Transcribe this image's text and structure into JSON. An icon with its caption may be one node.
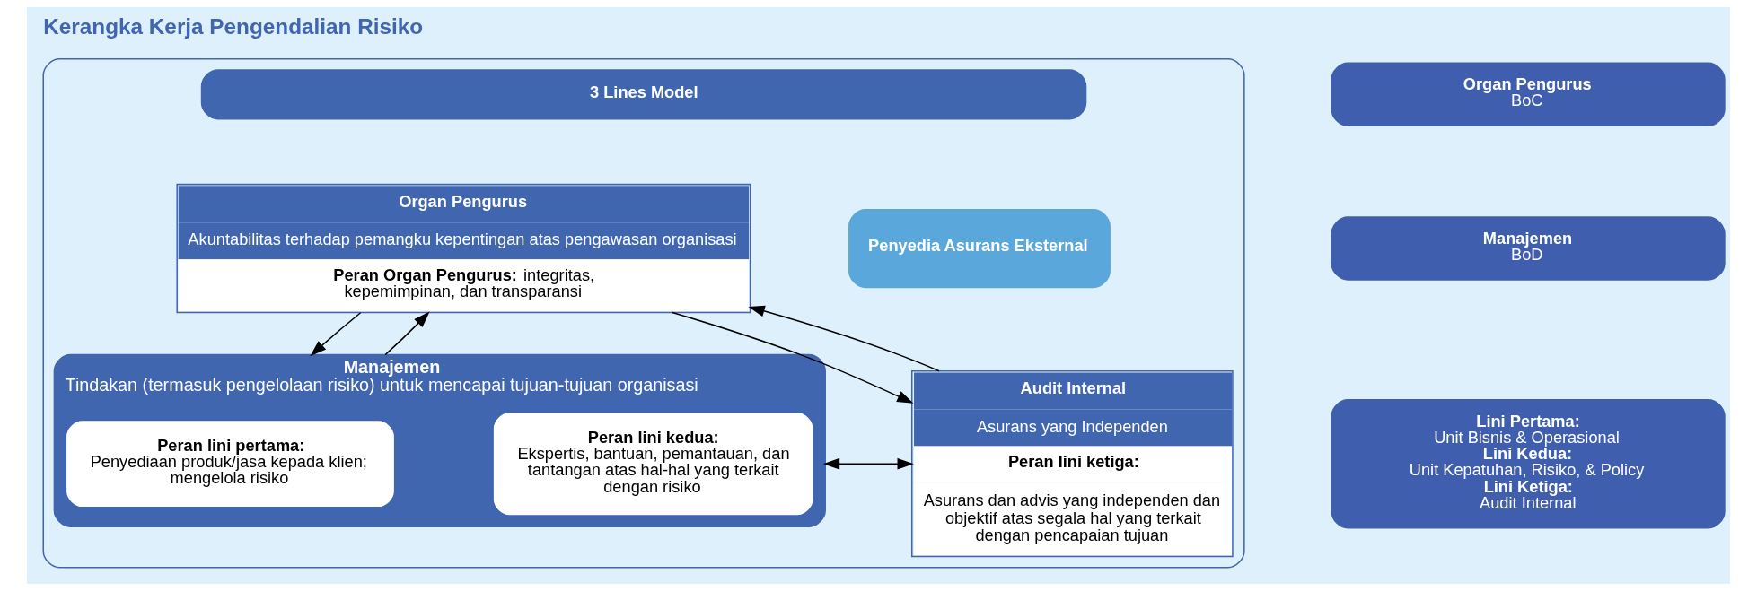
{
  "diagram": {
    "title": "Kerangka Kerja Pengendalian Risiko",
    "nodes": [
      {
        "text": [],
        "shape": "box"
      },
      {
        "text": [
          "3 Lines Model"
        ],
        "in": 0
      },
      {
        "text": [
          "Organ Pengurus",
          "Akuntabilitas terhadap pemangku kepentingan atas pengawasan organisasi",
          "**Peran Organ Pengurus:** integritas, kepemimpinan, dan transparansi"
        ],
        "in": 0
      },
      {
        "text": [
          "Manajemen",
          "Tindakan (termasuk pengelolaan risiko) untuk mencapai tujuan-tujuan organisasi"
        ],
        "in": 0
      },
      {
        "text": [
          "Peran lini pertama:",
          "Penyediaan produk/jasa kepada klien; mengelola risiko"
        ],
        "in": 3
      },
      {
        "text": [
          "Peran lini kedua:",
          "Ekspertis, bantuan, pemantauan, dan tantangan atas hal-hal yang terkait dengan risiko"
        ],
        "in": 3
      },
      {
        "text": [
          "Audit Internal",
          "Asurans yang Independen",
          "Peran lini ketiga:",
          "Asurans dan advis yang independen dan objektif atas segala hal yang terkait dengan pencapaian tujuan"
        ],
        "in": 0
      },
      {
        "text": [
          "Penyedia Asurans Eksternal"
        ],
        "in": 0
      },
      {
        "text": [
          "Organ Pengurus",
          "BoC"
        ]
      },
      {
        "text": [
          "Manajemen",
          "BoD"
        ]
      },
      {
        "text": [
          "Lini Pertama:",
          "Unit Bisnis & Operasional",
          "Lini Kedua:",
          "Unit Kepatuhan, Risiko, & Policy",
          "Lini Ketiga:",
          "Audit Internal"
        ]
      }
    ],
    "edges": [
      {
        "from": 2,
        "to": 3,
        "arrow": "to"
      },
      {
        "from": 3,
        "to": 2,
        "arrow": "to"
      },
      {
        "from": 2,
        "to": 6,
        "arrow": "to"
      },
      {
        "from": 6,
        "to": 2,
        "arrow": "to"
      },
      {
        "from": 3,
        "to": 6,
        "arrow": "both"
      }
    ]
  }
}
